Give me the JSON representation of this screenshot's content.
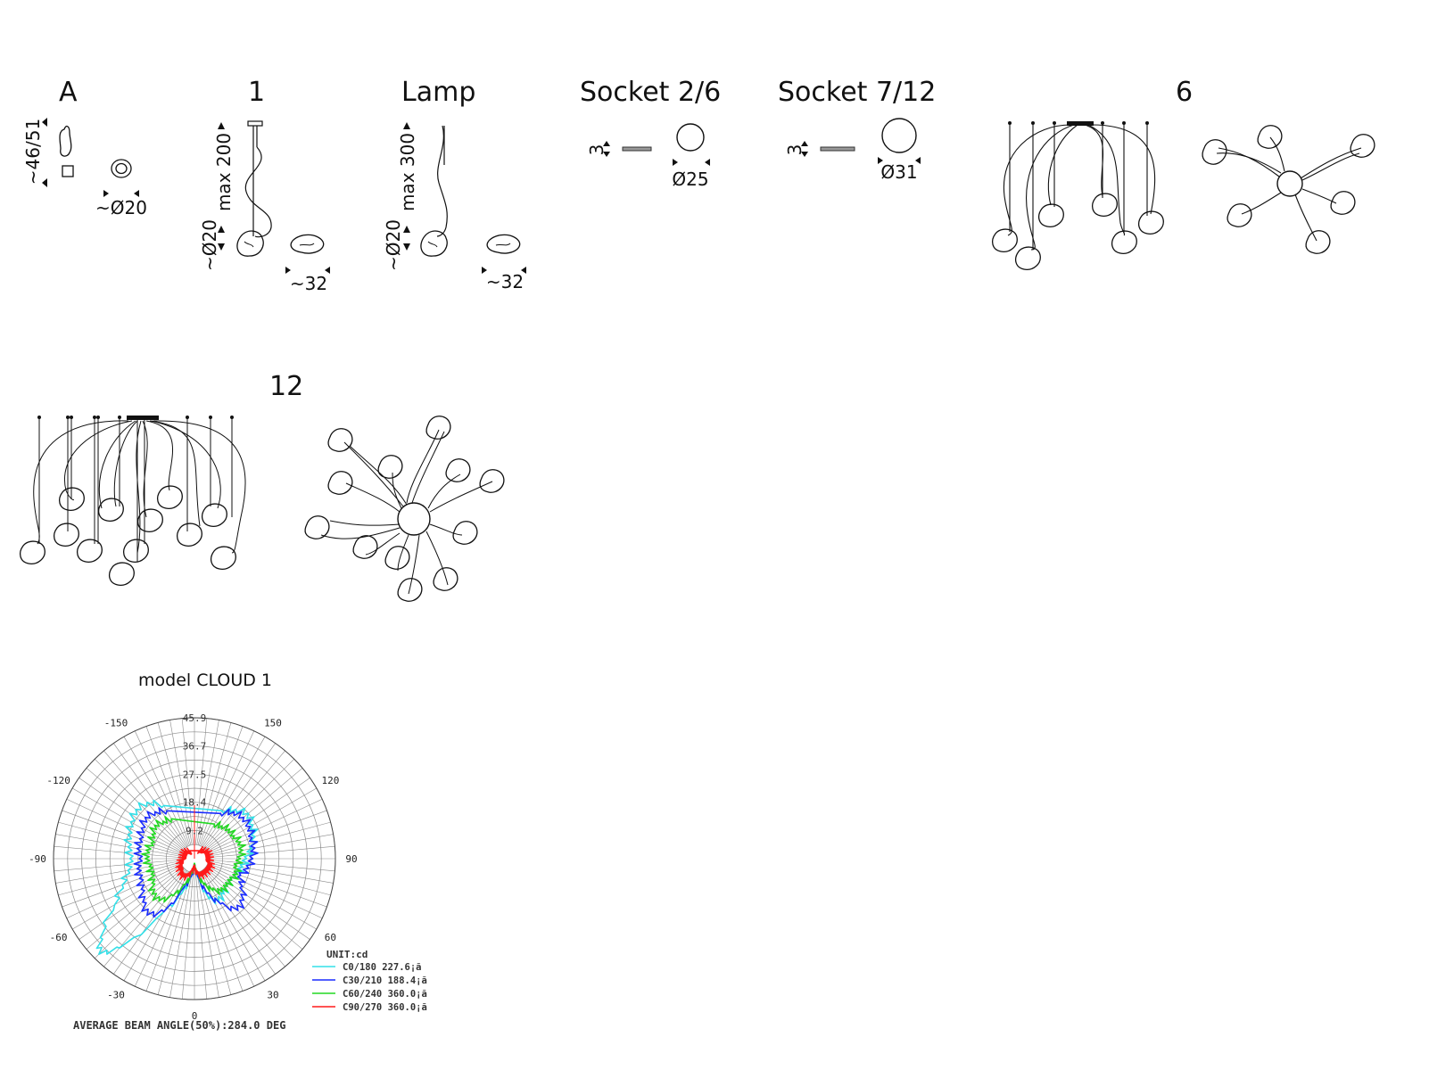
{
  "sections": {
    "a": {
      "title": "A",
      "dim_height": "~46/51",
      "dim_diameter": "~Ø20"
    },
    "one": {
      "title": "1",
      "dim_length": "max 200",
      "dim_diameter": "~Ø20",
      "dim_width": "~32"
    },
    "lamp": {
      "title": "Lamp",
      "dim_length": "max 300",
      "dim_diameter": "~Ø20",
      "dim_width": "~32"
    },
    "socket26": {
      "title": "Socket 2/6",
      "dim_thickness": "3",
      "dim_diameter": "Ø25"
    },
    "socket712": {
      "title": "Socket 7/12",
      "dim_thickness": "3",
      "dim_diameter": "Ø31"
    },
    "six": {
      "title": "6"
    },
    "twelve": {
      "title": "12"
    }
  },
  "chart_data": {
    "type": "polar",
    "title": "model CLOUD 1",
    "radial_ticks": [
      "9.2",
      "18.4",
      "27.5",
      "36.7",
      "45.9"
    ],
    "radial_max": 45.9,
    "angle_labels": [
      "-150",
      "150",
      "-120",
      "120",
      "-90",
      "90",
      "-60",
      "60",
      "-30",
      "30",
      "0"
    ],
    "unit_label": "UNIT:cd",
    "footer": "AVERAGE BEAM ANGLE(50%):284.0 DEG",
    "series": [
      {
        "name": "C0/180 227.6¡ã",
        "color": "#33e0e8",
        "points": [
          [
            -150,
            20
          ],
          [
            -140,
            24
          ],
          [
            -130,
            25
          ],
          [
            -120,
            24
          ],
          [
            -110,
            23
          ],
          [
            -100,
            22
          ],
          [
            -90,
            21
          ],
          [
            -80,
            22
          ],
          [
            -70,
            25
          ],
          [
            -60,
            30
          ],
          [
            -50,
            40
          ],
          [
            -45,
            44
          ],
          [
            -40,
            38
          ],
          [
            -30,
            20
          ],
          [
            -20,
            12
          ],
          [
            -10,
            6
          ],
          [
            0,
            2
          ],
          [
            10,
            6
          ],
          [
            20,
            14
          ],
          [
            30,
            16
          ],
          [
            40,
            15
          ],
          [
            50,
            14
          ],
          [
            60,
            14
          ],
          [
            70,
            15
          ],
          [
            80,
            16
          ],
          [
            90,
            17
          ],
          [
            100,
            19
          ],
          [
            110,
            21
          ],
          [
            120,
            22
          ],
          [
            130,
            23
          ],
          [
            140,
            21
          ],
          [
            150,
            18
          ]
        ]
      },
      {
        "name": "C30/210 188.4¡ã",
        "color": "#1a2cff",
        "points": [
          [
            -150,
            18
          ],
          [
            -140,
            20
          ],
          [
            -130,
            21
          ],
          [
            -120,
            20
          ],
          [
            -110,
            19
          ],
          [
            -100,
            19
          ],
          [
            -90,
            18
          ],
          [
            -80,
            19
          ],
          [
            -70,
            19
          ],
          [
            -60,
            20
          ],
          [
            -50,
            22
          ],
          [
            -40,
            24
          ],
          [
            -30,
            20
          ],
          [
            -20,
            10
          ],
          [
            -10,
            6
          ],
          [
            0,
            2
          ],
          [
            10,
            6
          ],
          [
            20,
            12
          ],
          [
            30,
            17
          ],
          [
            40,
            22
          ],
          [
            50,
            21
          ],
          [
            60,
            18
          ],
          [
            70,
            16
          ],
          [
            80,
            18
          ],
          [
            90,
            19
          ],
          [
            100,
            20
          ],
          [
            110,
            20
          ],
          [
            120,
            21
          ],
          [
            130,
            21
          ],
          [
            140,
            20
          ],
          [
            150,
            17
          ]
        ]
      },
      {
        "name": "C60/240 360.0¡ã",
        "color": "#22d822",
        "points": [
          [
            -150,
            15
          ],
          [
            -140,
            16
          ],
          [
            -130,
            17
          ],
          [
            -120,
            16
          ],
          [
            -110,
            15
          ],
          [
            -100,
            16
          ],
          [
            -90,
            16
          ],
          [
            -80,
            15
          ],
          [
            -70,
            15
          ],
          [
            -60,
            16
          ],
          [
            -50,
            18
          ],
          [
            -40,
            18
          ],
          [
            -30,
            14
          ],
          [
            -20,
            9
          ],
          [
            -10,
            5
          ],
          [
            0,
            2
          ],
          [
            10,
            5
          ],
          [
            20,
            9
          ],
          [
            30,
            12
          ],
          [
            40,
            14
          ],
          [
            50,
            14
          ],
          [
            60,
            14
          ],
          [
            70,
            15
          ],
          [
            80,
            14
          ],
          [
            90,
            15
          ],
          [
            100,
            16
          ],
          [
            110,
            16
          ],
          [
            120,
            15
          ],
          [
            130,
            15
          ],
          [
            140,
            14
          ],
          [
            150,
            13
          ]
        ]
      },
      {
        "name": "C90/270 360.0¡ã",
        "color": "#ff1a1a",
        "points": [
          [
            -150,
            3
          ],
          [
            -140,
            3
          ],
          [
            -130,
            4
          ],
          [
            -120,
            4
          ],
          [
            -110,
            4
          ],
          [
            -100,
            4
          ],
          [
            -90,
            4
          ],
          [
            -80,
            5
          ],
          [
            -70,
            5
          ],
          [
            -60,
            6
          ],
          [
            -50,
            6
          ],
          [
            -40,
            7
          ],
          [
            -30,
            7
          ],
          [
            -20,
            6
          ],
          [
            -10,
            4
          ],
          [
            0,
            3
          ],
          [
            10,
            5
          ],
          [
            20,
            6
          ],
          [
            30,
            6
          ],
          [
            40,
            6
          ],
          [
            50,
            6
          ],
          [
            60,
            6
          ],
          [
            70,
            6
          ],
          [
            80,
            5
          ],
          [
            90,
            5
          ],
          [
            100,
            5
          ],
          [
            110,
            5
          ],
          [
            120,
            5
          ],
          [
            130,
            4
          ],
          [
            140,
            4
          ],
          [
            150,
            3
          ]
        ]
      }
    ]
  }
}
